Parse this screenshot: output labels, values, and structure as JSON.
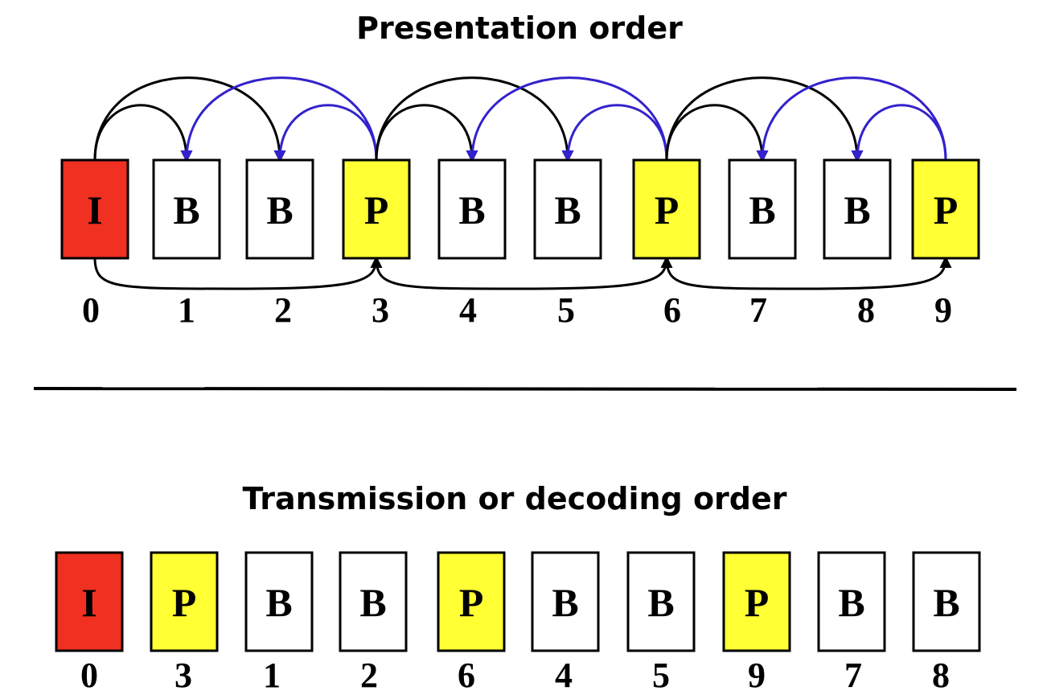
{
  "colors": {
    "I": "#f03020",
    "P": "#ffff33",
    "B": "#ffffff",
    "arrow_black": "#000000",
    "arrow_blue": "#3322cc"
  },
  "presentation": {
    "title": "Presentation order",
    "frames": [
      {
        "type": "I",
        "number": "0"
      },
      {
        "type": "B",
        "number": "1"
      },
      {
        "type": "B",
        "number": "2"
      },
      {
        "type": "P",
        "number": "3"
      },
      {
        "type": "B",
        "number": "4"
      },
      {
        "type": "B",
        "number": "5"
      },
      {
        "type": "P",
        "number": "6"
      },
      {
        "type": "B",
        "number": "7"
      },
      {
        "type": "B",
        "number": "8"
      },
      {
        "type": "P",
        "number": "9"
      }
    ],
    "references_top": [
      {
        "from": 0,
        "to": 1,
        "color": "black"
      },
      {
        "from": 0,
        "to": 2,
        "color": "black"
      },
      {
        "from": 3,
        "to": 1,
        "color": "blue"
      },
      {
        "from": 3,
        "to": 2,
        "color": "blue"
      },
      {
        "from": 3,
        "to": 4,
        "color": "black"
      },
      {
        "from": 3,
        "to": 5,
        "color": "black"
      },
      {
        "from": 6,
        "to": 4,
        "color": "blue"
      },
      {
        "from": 6,
        "to": 5,
        "color": "blue"
      },
      {
        "from": 6,
        "to": 7,
        "color": "black"
      },
      {
        "from": 6,
        "to": 8,
        "color": "black"
      },
      {
        "from": 9,
        "to": 7,
        "color": "blue"
      },
      {
        "from": 9,
        "to": 8,
        "color": "blue"
      }
    ],
    "references_bottom": [
      {
        "from": 0,
        "to": 3
      },
      {
        "from": 3,
        "to": 6
      },
      {
        "from": 6,
        "to": 9
      }
    ]
  },
  "transmission": {
    "title": "Transmission or decoding order",
    "frames": [
      {
        "type": "I",
        "number": "0"
      },
      {
        "type": "P",
        "number": "3"
      },
      {
        "type": "B",
        "number": "1"
      },
      {
        "type": "B",
        "number": "2"
      },
      {
        "type": "P",
        "number": "6"
      },
      {
        "type": "B",
        "number": "4"
      },
      {
        "type": "B",
        "number": "5"
      },
      {
        "type": "P",
        "number": "9"
      },
      {
        "type": "B",
        "number": "7"
      },
      {
        "type": "B",
        "number": "8"
      }
    ]
  }
}
